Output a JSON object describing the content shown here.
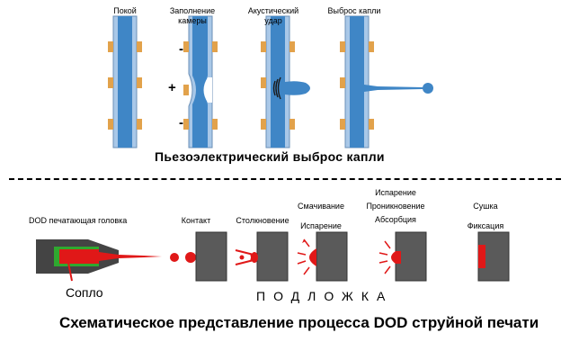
{
  "top_section": {
    "stages": [
      {
        "label_lines": [
          "Покой"
        ]
      },
      {
        "label_lines": [
          "Заполнение",
          "камеры"
        ]
      },
      {
        "label_lines": [
          "Акустический",
          "удар"
        ]
      },
      {
        "label_lines": [
          "Выброс капли"
        ]
      }
    ],
    "signs": {
      "minus": "-",
      "plus": "+"
    },
    "caption": "Пьезоэлектрический  выброс капли"
  },
  "bottom_section": {
    "head_label": "DOD печатающая  головка",
    "stages": [
      {
        "label_lines": [
          "Контакт"
        ]
      },
      {
        "label_lines": [
          "Столкновение"
        ]
      },
      {
        "label_lines": [
          "Смачивание",
          "Испарение"
        ]
      },
      {
        "label_lines": [
          "Испарение",
          "Проникновение",
          "Абсорбция"
        ]
      },
      {
        "label_lines": [
          "Сушка",
          "Фиксация"
        ]
      }
    ],
    "nozzle_label": "Сопло",
    "substrate_label": "ПОДЛОЖКА",
    "title": "Схематическое представление процесса DOD струйной печати"
  },
  "colors": {
    "chamber_blue": "#3f86c6",
    "wall_blue": "#9fc0e3",
    "piezo_orange": "#e2a24b",
    "ink_red": "#e01818",
    "substrate_gray": "#5a5a5a",
    "head_green": "#2fa82f",
    "drop_navy": "#1f4e8c"
  }
}
